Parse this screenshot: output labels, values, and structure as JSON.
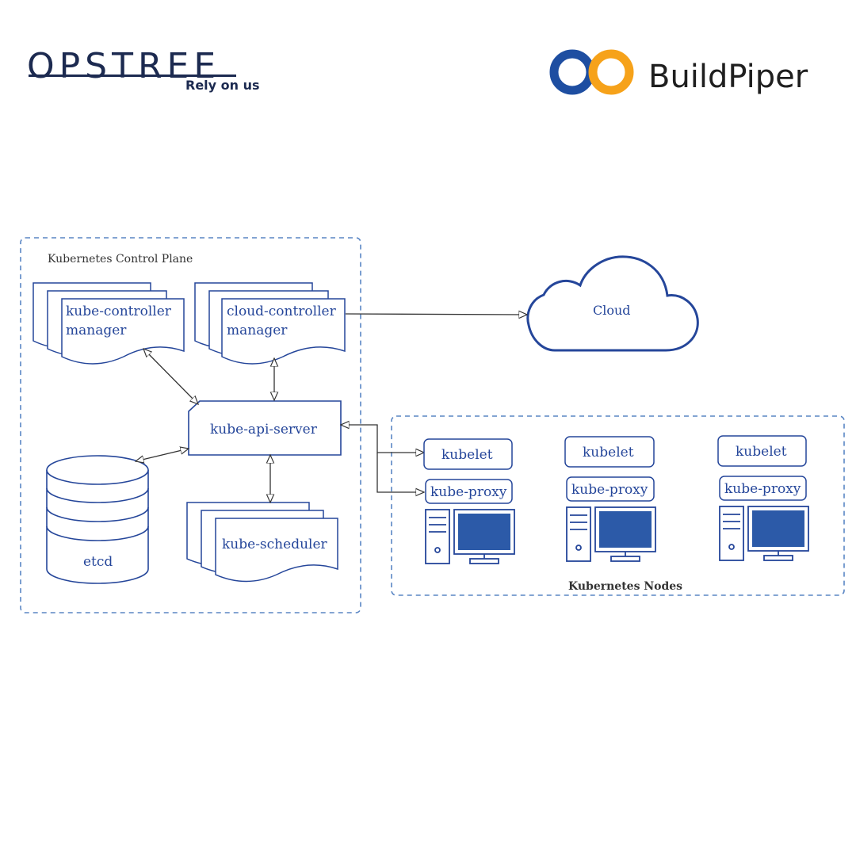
{
  "logos": {
    "opstree": {
      "wordmark": "OPSTREE",
      "tagline": "Rely on us"
    },
    "buildpiper": {
      "wordmark": "BuildPiper"
    }
  },
  "diagram": {
    "control_plane_label": "Kubernetes Control Plane",
    "nodes_group_label": "Kubernetes Nodes",
    "kube_controller_manager": [
      "kube-controller",
      "manager"
    ],
    "cloud_controller_manager": [
      "cloud-controller",
      "manager"
    ],
    "kube_api_server": "kube-api-server",
    "etcd": "etcd",
    "kube_scheduler": "kube-scheduler",
    "cloud": "Cloud",
    "worker_nodes": [
      {
        "kubelet": "kubelet",
        "proxy": "kube-proxy"
      },
      {
        "kubelet": "kubelet",
        "proxy": "kube-proxy"
      },
      {
        "kubelet": "kubelet",
        "proxy": "kube-proxy"
      }
    ]
  },
  "colors": {
    "stroke": "#25469a",
    "dashed_border": "#5a86c4",
    "arrow": "#333333",
    "screen": "#2c5aa8",
    "opstree_navy": "#1c2a50",
    "buildpiper_blue": "#1e4ea1",
    "buildpiper_orange": "#f6a21a"
  }
}
